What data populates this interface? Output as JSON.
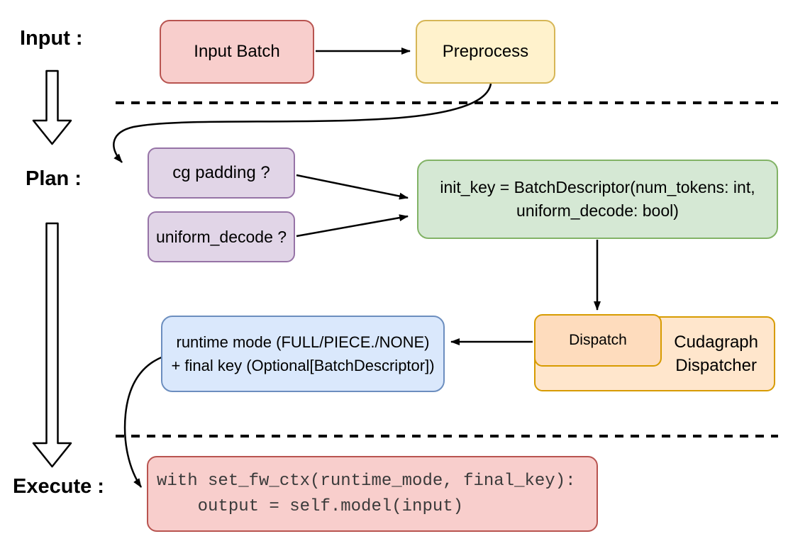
{
  "stages": {
    "input_label": "Input :",
    "plan_label": "Plan :",
    "execute_label": "Execute :"
  },
  "nodes": {
    "input_batch": {
      "label": "Input Batch"
    },
    "preprocess": {
      "label": "Preprocess"
    },
    "cg_padding": {
      "label": "cg padding ?"
    },
    "uniform_decode": {
      "label": "uniform_decode ?"
    },
    "init_key": {
      "line1": "init_key = BatchDescriptor(num_tokens: int,",
      "line2": "uniform_decode: bool)"
    },
    "runtime_mode": {
      "line1": "runtime mode (FULL/PIECE./NONE)",
      "line2": "+ final key (Optional[BatchDescriptor])"
    },
    "dispatch": {
      "label": "Dispatch"
    },
    "cudagraph_dispatcher": {
      "line1": "Cudagraph",
      "line2": "Dispatcher"
    },
    "execute_code": {
      "line1": "with set_fw_ctx(runtime_mode, final_key):",
      "line2": "    output = self.model(input)"
    }
  },
  "colors": {
    "red_fill": "#f8cecc",
    "red_stroke": "#b85450",
    "yellow_fill": "#fff2cc",
    "yellow_stroke": "#d6b656",
    "purple_fill": "#e1d5e7",
    "purple_stroke": "#9673a6",
    "green_fill": "#d5e8d4",
    "green_stroke": "#82b366",
    "blue_fill": "#dae8fc",
    "blue_stroke": "#6c8ebf",
    "orange_fill": "#ffe6cc",
    "orange_inner_fill": "#fedcbd",
    "orange_stroke": "#d79b00",
    "line": "#000000",
    "code_text": "#3a3a3a"
  }
}
